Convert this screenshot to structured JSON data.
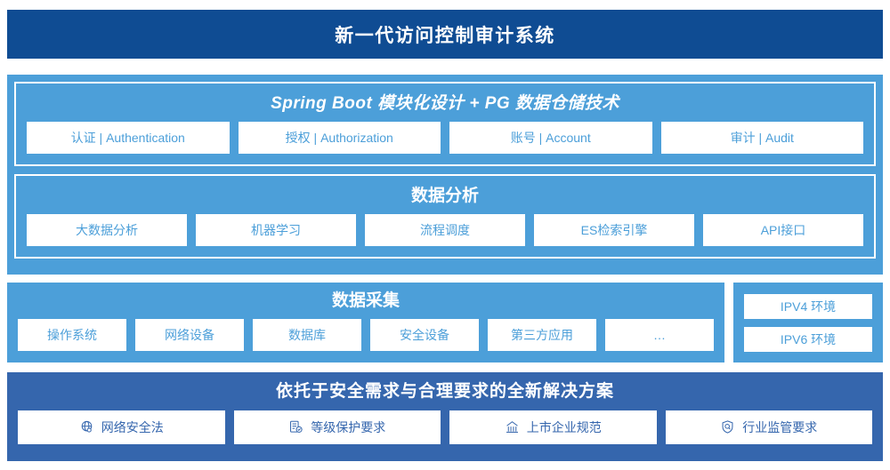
{
  "header": {
    "title": "新一代访问控制审计系统"
  },
  "platform": {
    "spring": {
      "title": "Spring Boot 模块化设计 + PG 数据仓储技术",
      "chips": [
        {
          "label": "认证 | Authentication"
        },
        {
          "label": "授权 | Authorization"
        },
        {
          "label": "账号 | Account"
        },
        {
          "label": "审计 | Audit"
        }
      ]
    },
    "analysis": {
      "title": "数据分析",
      "chips": [
        {
          "label": "大数据分析"
        },
        {
          "label": "机器学习"
        },
        {
          "label": "流程调度"
        },
        {
          "label": "ES检索引擎"
        },
        {
          "label": "API接口"
        }
      ]
    }
  },
  "collection": {
    "title": "数据采集",
    "chips": [
      {
        "label": "操作系统"
      },
      {
        "label": "网络设备"
      },
      {
        "label": "数据库"
      },
      {
        "label": "安全设备"
      },
      {
        "label": "第三方应用"
      },
      {
        "label": "…"
      }
    ],
    "environments": [
      {
        "label": "IPV4 环境"
      },
      {
        "label": "IPV6 环境"
      }
    ]
  },
  "solution": {
    "title": "依托于安全需求与合理要求的全新解决方案",
    "chips": [
      {
        "label": "网络安全法",
        "icon": "globe-icon"
      },
      {
        "label": "等级保护要求",
        "icon": "document-check-icon"
      },
      {
        "label": "上市企业规范",
        "icon": "building-icon"
      },
      {
        "label": "行业监管要求",
        "icon": "shield-search-icon"
      }
    ]
  },
  "colors": {
    "header_blue": "#0F4C93",
    "light_blue": "#4C9FD9",
    "solution_blue": "#3566AD",
    "white": "#FFFFFF"
  }
}
